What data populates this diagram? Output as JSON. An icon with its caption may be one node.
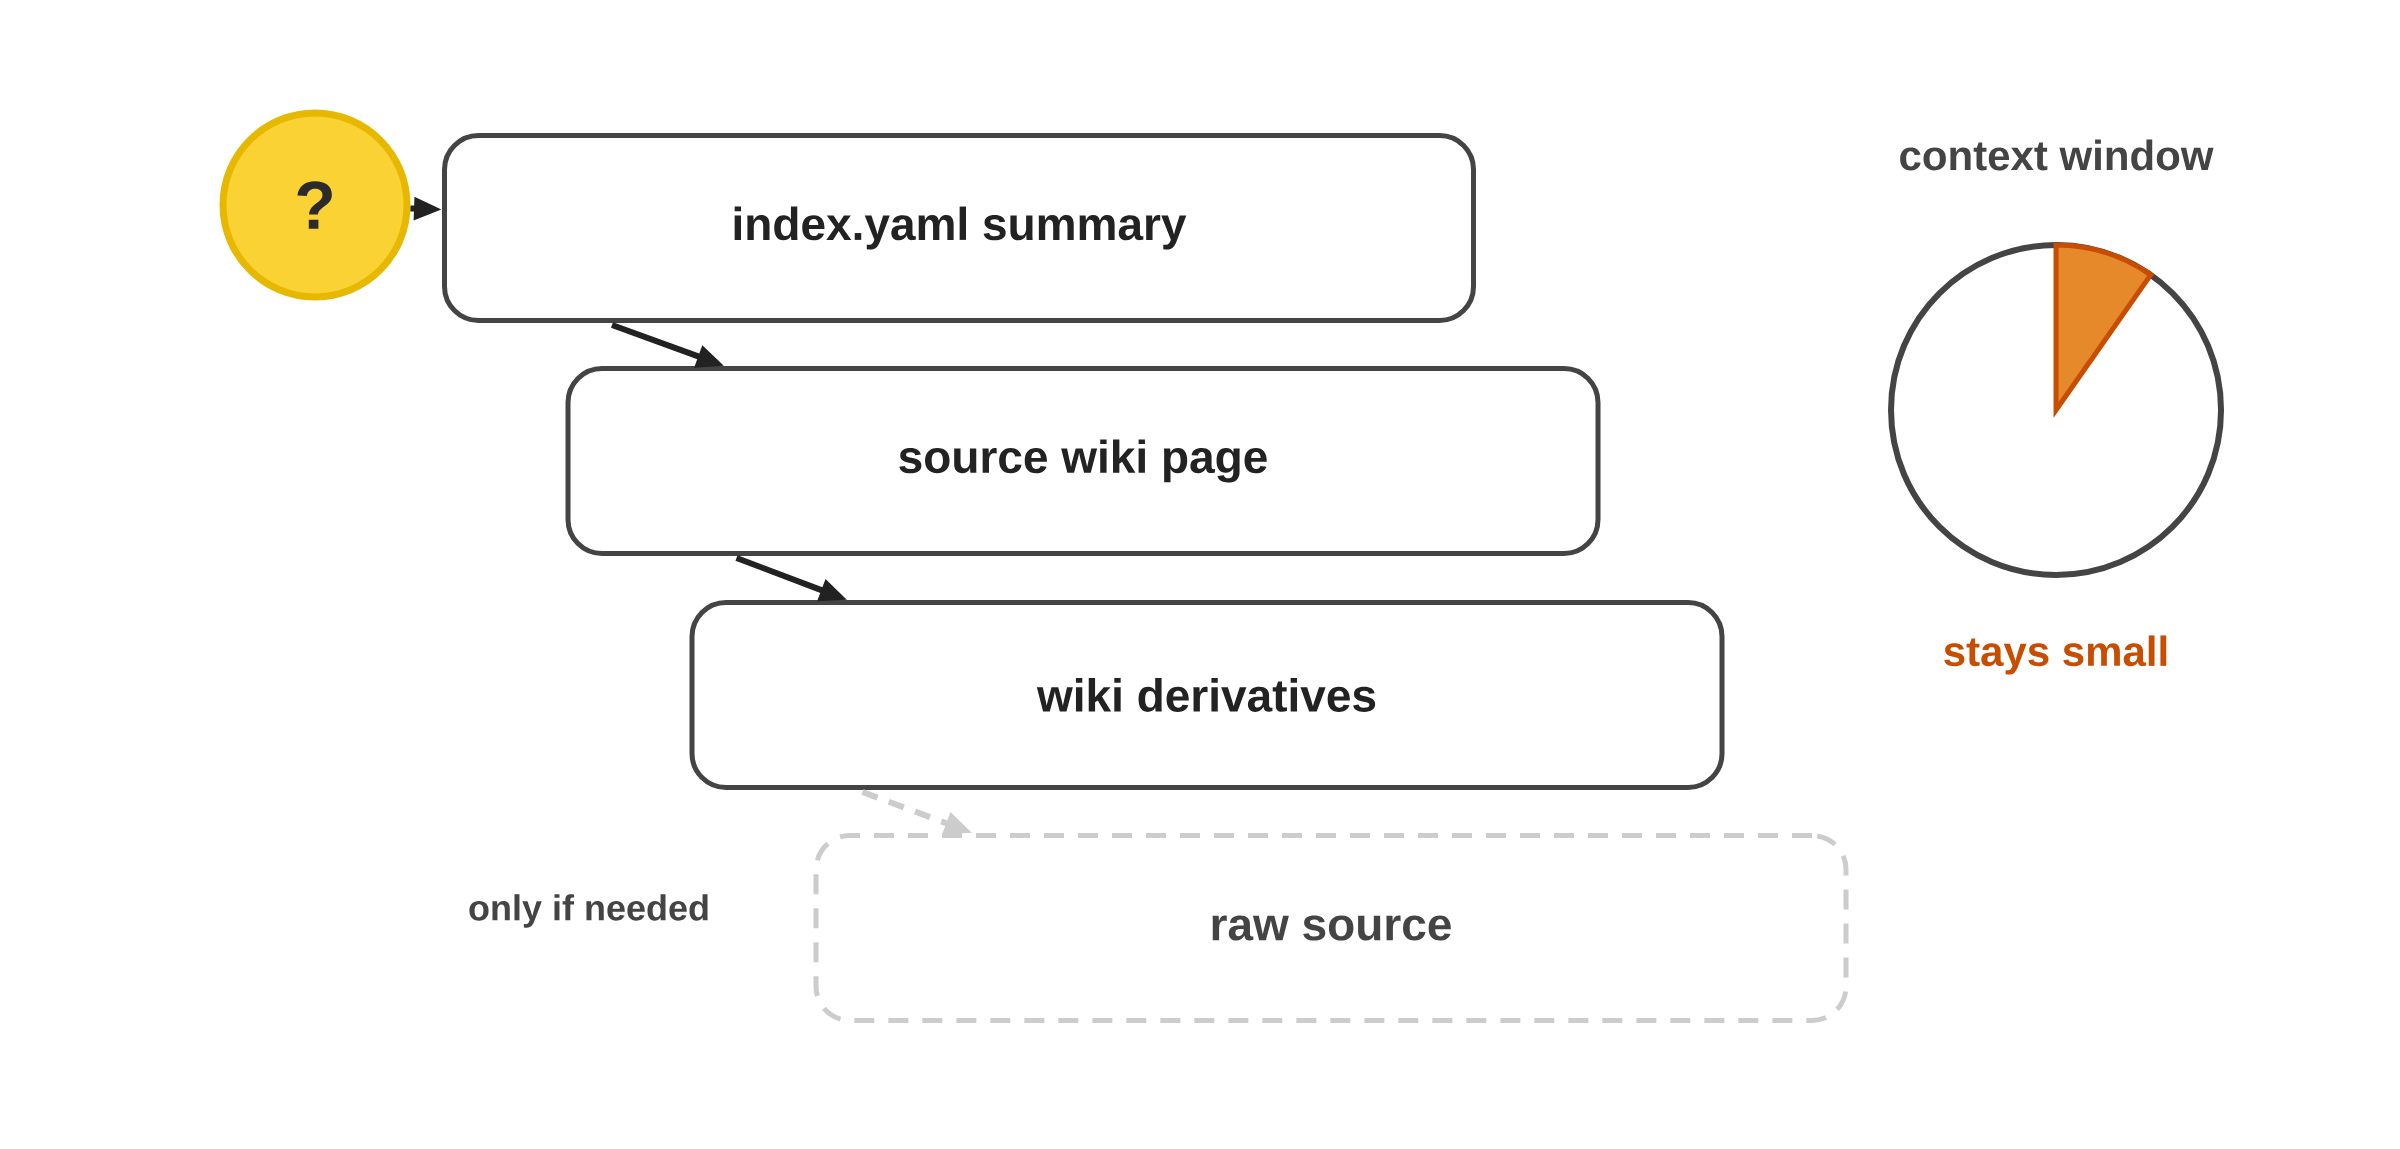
{
  "diagram": {
    "nodes": [
      {
        "text": [
          "?"
        ]
      },
      {
        "text": [
          "index.yaml summary"
        ]
      },
      {
        "text": [
          "source wiki page"
        ]
      },
      {
        "text": [
          "wiki derivatives"
        ]
      },
      {
        "text": [
          "raw source"
        ]
      }
    ],
    "edges": [
      {
        "from": 0,
        "to": 1,
        "arrow": "to"
      },
      {
        "from": 1,
        "to": 2,
        "arrow": "to"
      },
      {
        "from": 2,
        "to": 3,
        "arrow": "to"
      },
      {
        "from": 3,
        "to": 4,
        "arrow": "to",
        "style": "dashed",
        "color": "#cccccc"
      }
    ],
    "labels": [
      "context window",
      "stays small",
      "only if needed"
    ]
  }
}
